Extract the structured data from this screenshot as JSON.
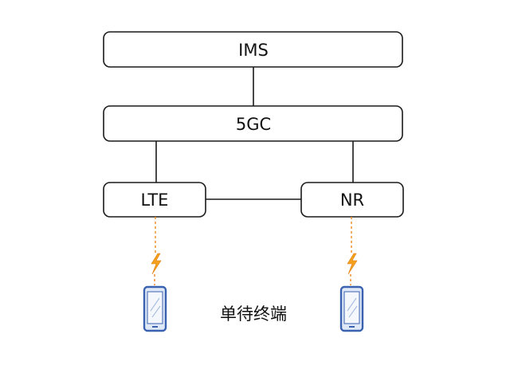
{
  "nodes": {
    "ims": "IMS",
    "fivegc": "5GC",
    "lte": "LTE",
    "nr": "NR"
  },
  "terminal_label": "单待终端",
  "colors": {
    "box_stroke": "#1a1a1a",
    "radio_link": "#f08a1c",
    "lightning": "#f4a21e",
    "phone_frame": "#3a62b0"
  },
  "icons": [
    "lightning-icon",
    "phone-icon"
  ]
}
